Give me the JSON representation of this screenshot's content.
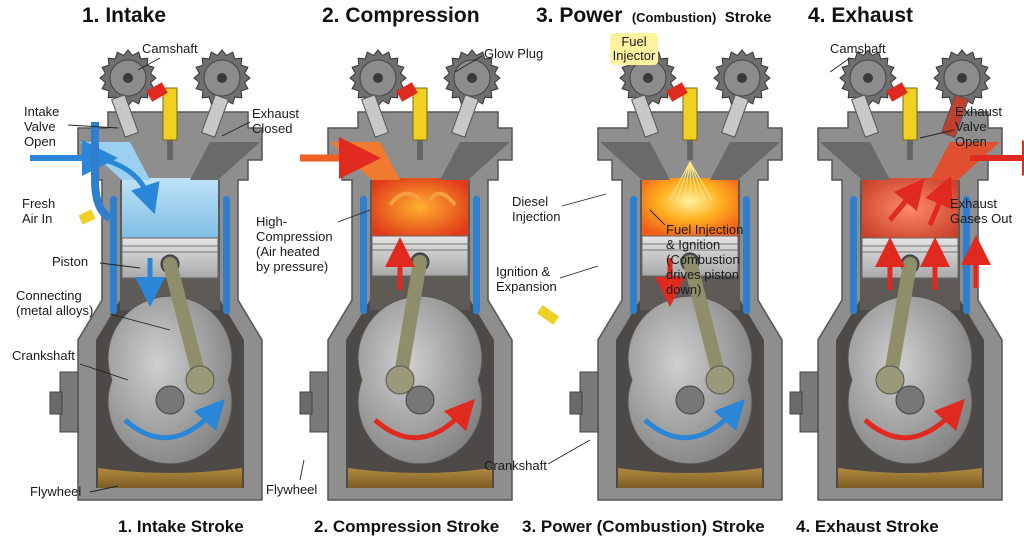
{
  "colors": {
    "block": "#8a8a8a",
    "block_dark": "#5a5a5a",
    "inner": "#4a4745",
    "coolant": "#2f7fd0",
    "piston": "#c9c9c9",
    "rod": "#8e8f6a",
    "crank": "#9a9a9a",
    "oil": "#9a7a3a",
    "intake_air": "#8fc8ee",
    "hot": "#f05020",
    "flame": "#ffb020",
    "arrow_blue": "#2a86d6",
    "arrow_red": "#e02a20",
    "injector": "#f0d020",
    "injector_red": "#e02a20"
  },
  "panels": [
    {
      "key": "intake",
      "title": "1. Intake",
      "caption": "1. Intake Stroke",
      "labels": {
        "camshaft": "Camshaft",
        "intake_valve_open": "Intake Valve Open",
        "exhaust_closed": "Exhaust Closed",
        "fresh_air_in": "Fresh Air In",
        "piston": "Piston",
        "connecting": "Connecting (metal alloys)",
        "crankshaft": "Crankshaft",
        "flywheel": "Flywheel"
      }
    },
    {
      "key": "compression",
      "title": "2. Compression",
      "caption": "2. Compression Stroke",
      "labels": {
        "glow_plug": "Glow Plug",
        "high_compression": "High- Compression (Air heated by pressure)",
        "flywheel": "Flywheel"
      }
    },
    {
      "key": "power",
      "title": "3. Power",
      "title_suffix": "(Combustion)",
      "title_end": "Stroke",
      "caption": "3. Power (Combustion) Stroke",
      "labels": {
        "fuel_injector": "Fuel Injector",
        "diesel_injection": "Diesel Injection",
        "fuel_injection_ignition": "Fuel Injection & Ignition (Combustion drives piston down)",
        "ignition_expansion": "Ignition & Expansion",
        "crankshaft": "Crankshaft"
      }
    },
    {
      "key": "exhaust",
      "title": "4. Exhaust",
      "caption": "4. Exhaust Stroke",
      "labels": {
        "camshaft": "Camshaft",
        "exhaust_valve_open": "Exhaust Valve Open",
        "exhaust_gases_out": "Exhaust Gases Out"
      }
    }
  ]
}
